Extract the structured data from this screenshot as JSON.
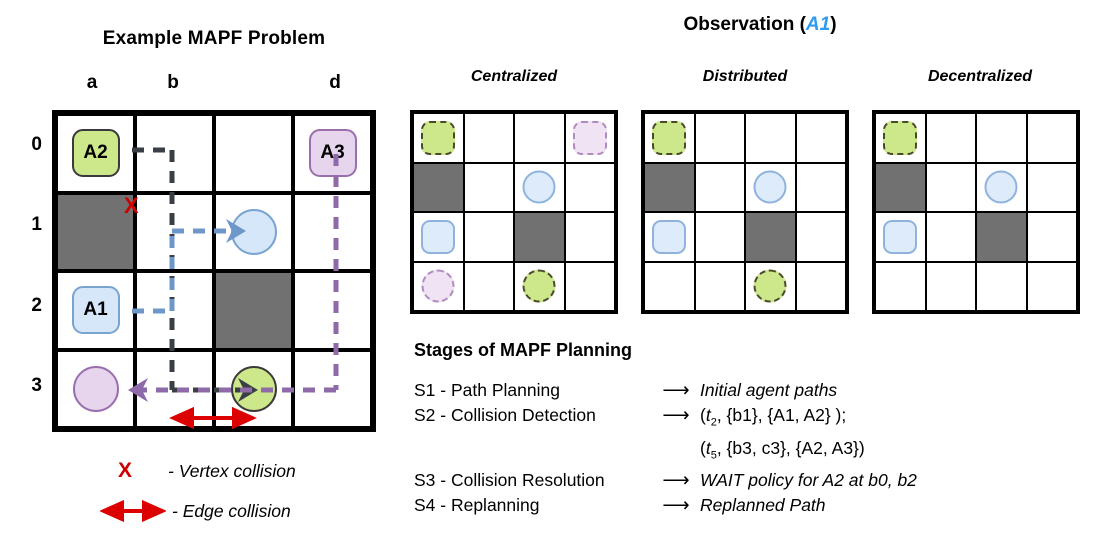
{
  "left_panel": {
    "title": "Example MAPF Problem",
    "col_labels": [
      "a",
      "b",
      "",
      "d"
    ],
    "row_labels": [
      "0",
      "1",
      "2",
      "3"
    ],
    "agents": [
      {
        "id": "A2",
        "shape": "box",
        "color": "#CDE88A",
        "cell": "a0"
      },
      {
        "id": "A3",
        "shape": "box",
        "color": "#E6D5EC",
        "cell": "d0"
      },
      {
        "id": "A1",
        "shape": "box",
        "color": "#D6E7FA",
        "cell": "a2"
      },
      {
        "id": "",
        "shape": "circle",
        "color": "#D6E7FA",
        "cell": "c1"
      },
      {
        "id": "",
        "shape": "circle",
        "color": "#E6D5EC",
        "cell": "a3"
      },
      {
        "id": "",
        "shape": "circle",
        "color": "#CDE88A",
        "cell": "c3"
      }
    ],
    "obstacles": [
      "a1",
      "c2"
    ],
    "vertex_collision_marker": "X",
    "colors": {
      "obstacle": "#717171",
      "collision_red": "#CC0000",
      "path_a1_blue": "#6E97C9",
      "path_a2_dark": "#3A3F45",
      "path_a3_purple": "#8E6AA8"
    },
    "legend": [
      {
        "icon": "x-mark",
        "label": "- Vertex collision"
      },
      {
        "icon": "double-arrow",
        "label": "- Edge collision"
      }
    ]
  },
  "observation": {
    "title": "Observation",
    "agent": "A1",
    "paren_open": "(",
    "paren_close": ")",
    "views": [
      {
        "name": "Centralized",
        "cells": [
          {
            "cell": "a0",
            "kind": "box",
            "style": "green-dashed"
          },
          {
            "cell": "d0",
            "kind": "box",
            "style": "purple-dashed"
          },
          {
            "cell": "a1",
            "kind": "obstacle"
          },
          {
            "cell": "c1",
            "kind": "circle",
            "style": "blue-solid"
          },
          {
            "cell": "a2",
            "kind": "box",
            "style": "blue-solid"
          },
          {
            "cell": "c2",
            "kind": "obstacle"
          },
          {
            "cell": "a3",
            "kind": "circle",
            "style": "purple-dashed"
          },
          {
            "cell": "c3",
            "kind": "circle",
            "style": "green-dashed"
          }
        ]
      },
      {
        "name": "Distributed",
        "cells": [
          {
            "cell": "a0",
            "kind": "box",
            "style": "green-dashed"
          },
          {
            "cell": "a1",
            "kind": "obstacle"
          },
          {
            "cell": "c1",
            "kind": "circle",
            "style": "blue-solid"
          },
          {
            "cell": "a2",
            "kind": "box",
            "style": "blue-solid"
          },
          {
            "cell": "c2",
            "kind": "obstacle"
          },
          {
            "cell": "c3",
            "kind": "circle",
            "style": "green-dashed"
          }
        ]
      },
      {
        "name": "Decentralized",
        "cells": [
          {
            "cell": "a0",
            "kind": "box",
            "style": "green-dashed"
          },
          {
            "cell": "a1",
            "kind": "obstacle"
          },
          {
            "cell": "c1",
            "kind": "circle",
            "style": "blue-solid"
          },
          {
            "cell": "a2",
            "kind": "box",
            "style": "blue-solid"
          },
          {
            "cell": "c2",
            "kind": "obstacle"
          }
        ]
      }
    ]
  },
  "stages": {
    "title": "Stages of MAPF Planning",
    "arrow": "⟶",
    "rows": [
      {
        "label": "S1 - Path Planning",
        "value": "Initial agent paths",
        "italic": true
      },
      {
        "label": "S2 - Collision Detection",
        "value": "(t2, {b1}, {A1, A2} );",
        "italic": false,
        "value2": "(t5, {b3, c3}, {A2, A3})"
      },
      {
        "label": "S3 - Collision Resolution",
        "value": "WAIT policy for A2 at b0, b2",
        "italic": true
      },
      {
        "label": "S4 - Replanning",
        "value": "Replanned Path",
        "italic": true
      }
    ]
  }
}
